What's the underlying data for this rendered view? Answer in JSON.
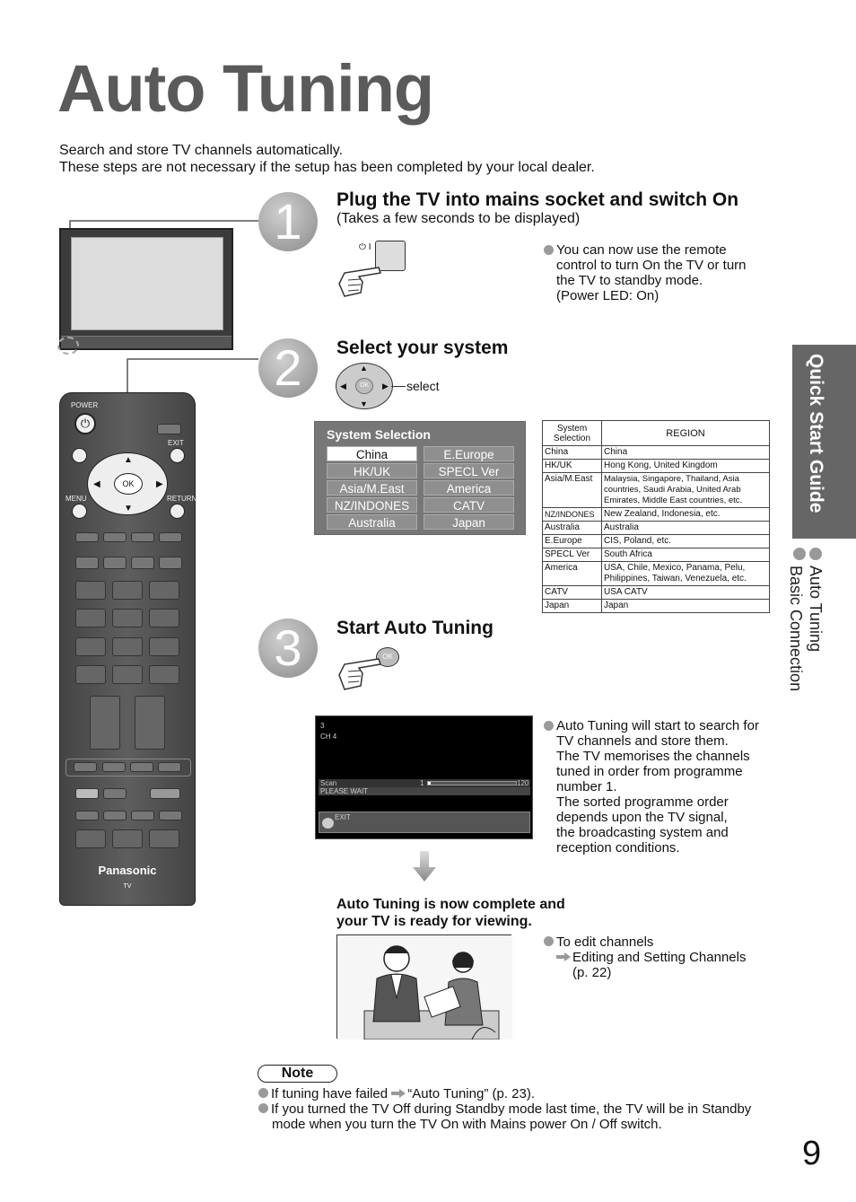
{
  "title": "Auto Tuning",
  "intro": {
    "line1": "Search and store TV channels automatically.",
    "line2": "These steps are not necessary if the setup has been completed by your local dealer."
  },
  "step1": {
    "number": "1",
    "heading": "Plug the TV into mains socket and switch On",
    "sub": "(Takes a few seconds to be displayed)",
    "power_symbol": "⏻ I",
    "bullet_lines": [
      "You can now use the remote",
      "control to turn On the TV or turn",
      "the TV to standby mode.",
      "(Power LED: On)"
    ]
  },
  "step2": {
    "number": "2",
    "heading": "Select your system",
    "select_label": "select",
    "ok_label": "OK",
    "panel_title": "System Selection",
    "options_left": [
      "China",
      "HK/UK",
      "Asia/M.East",
      "NZ/INDONES",
      "Australia"
    ],
    "options_right": [
      "E.Europe",
      "SPECL Ver",
      "America",
      "CATV",
      "Japan"
    ],
    "selected": "China",
    "table_header": [
      "System\nSelection",
      "REGION"
    ],
    "table_rows": [
      [
        "China",
        "China"
      ],
      [
        "HK/UK",
        "Hong Kong, United Kingdom"
      ],
      [
        "Asia/M.East",
        "Malaysia, Singapore, Thailand, Asia countries, Saudi Arabia, United Arab Emirates, Middle East countries, etc."
      ],
      [
        "NZ/INDONES",
        "New Zealand, Indonesia, etc."
      ],
      [
        "Australia",
        "Australia"
      ],
      [
        "E.Europe",
        "CIS, Poland, etc."
      ],
      [
        "SPECL Ver",
        "South Africa"
      ],
      [
        "America",
        "USA, Chile, Mexico, Panama, Pelu, Philippines, Taiwan, Venezuela, etc."
      ],
      [
        "CATV",
        "USA CATV"
      ],
      [
        "Japan",
        "Japan"
      ]
    ]
  },
  "step3": {
    "number": "3",
    "heading": "Start Auto Tuning",
    "ok_label": "OK",
    "screen": {
      "channel": "3",
      "ch": "CH 4",
      "scan_label": "Scan",
      "scan_start": "1",
      "scan_end": "120",
      "scan_progress": 0.03,
      "please_wait": "PLEASE WAIT",
      "exit": "EXIT"
    },
    "bullet_lines": [
      "Auto Tuning will start to search for",
      "TV channels and store them.",
      "The TV memorises the channels",
      "tuned in order from programme",
      "number 1.",
      "The sorted programme order",
      "depends upon the TV signal,",
      "the broadcasting system and",
      "reception conditions."
    ]
  },
  "complete": {
    "line1": "Auto Tuning is now complete and",
    "line2": "your TV is ready for viewing.",
    "edit_bullet": "To edit channels",
    "edit_link": "Editing and Setting Channels",
    "edit_page": "(p. 22)"
  },
  "note": {
    "label": "Note",
    "item1_pre": "If tuning have failed",
    "item1_ref": "“Auto Tuning” (p. 23).",
    "item2_line1": "If you turned the TV Off during Standby mode last time, the TV will be in Standby",
    "item2_line2": "mode when you turn the TV On with Mains power On / Off switch."
  },
  "remote": {
    "power": "POWER",
    "exit": "EXIT",
    "menu": "MENU",
    "return": "RETURN",
    "ok": "OK",
    "brand": "Panasonic",
    "model": "TV"
  },
  "side_tab": {
    "label": "Quick Start Guide",
    "item1": "Auto Tuning",
    "item2": "Basic Connection"
  },
  "page_number": "9",
  "colors": {
    "tab_bg": "#666666",
    "step_circle": "#9a9a9a",
    "title": "#5a5a5a"
  }
}
